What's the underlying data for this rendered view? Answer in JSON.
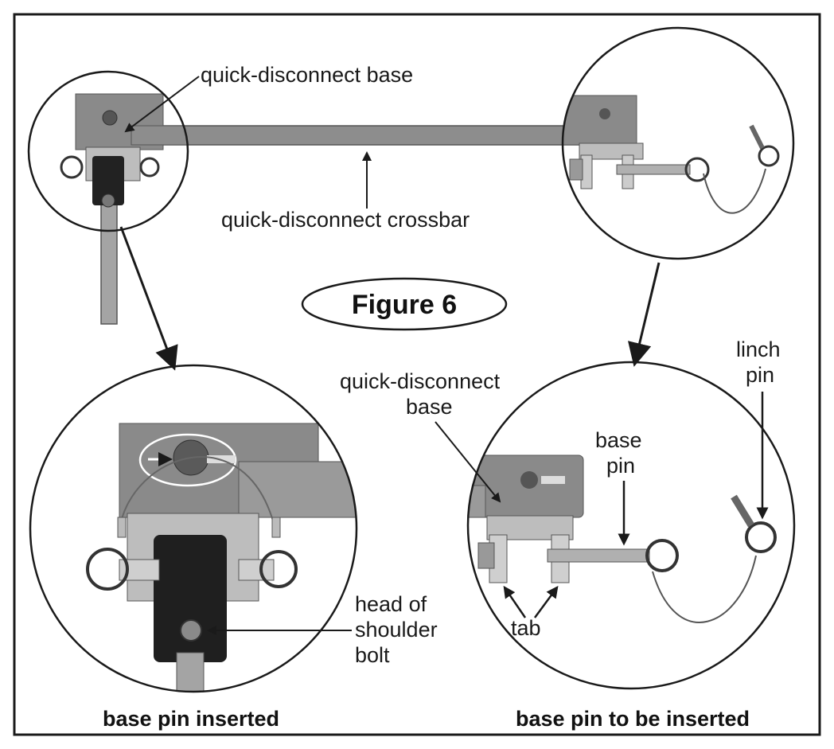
{
  "figure": {
    "title": "Figure 6",
    "captions": {
      "left": "base pin inserted",
      "right": "base pin to be inserted"
    },
    "labels": {
      "top_base": "quick-disconnect base",
      "crossbar": "quick-disconnect crossbar",
      "detail_base_line1": "quick-disconnect",
      "detail_base_line2": "base",
      "linch_line1": "linch",
      "linch_line2": "pin",
      "base_pin_line1": "base",
      "base_pin_line2": "pin",
      "tab": "tab",
      "bolt_line1": "head of",
      "bolt_line2": "shoulder",
      "bolt_line3": "bolt"
    }
  }
}
